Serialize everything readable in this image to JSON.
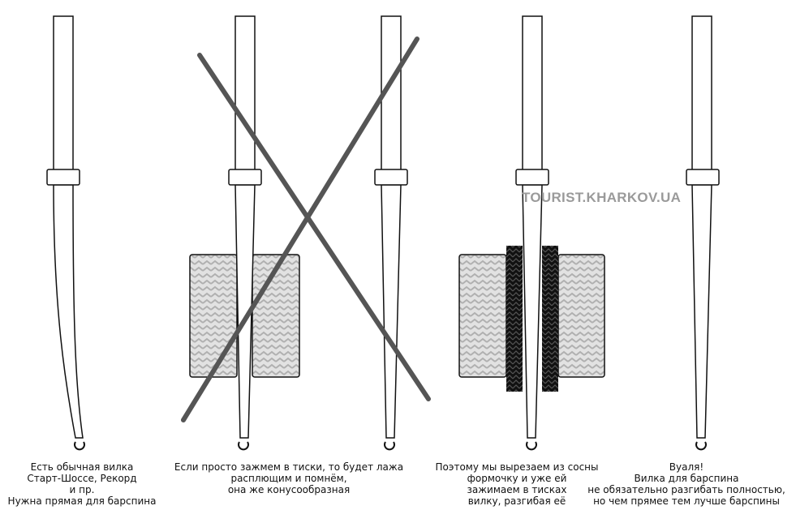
{
  "watermark": "TOURIST.KHARKOV.UA",
  "captions": [
    {
      "lines": [
        "Есть обычная вилка",
        "Старт-Шоссе, Рекорд",
        "и пр.",
        "Нужна прямая для барспина"
      ]
    },
    {
      "lines": [
        "Если просто зажмем в тиски, то будет лажа",
        "расплющим и помнём,",
        "она же конусообразная"
      ]
    },
    {
      "lines": [
        "Поэтому мы вырезаем из сосны",
        "формочку и уже ей",
        "зажимаем в тисках",
        "вилку, разгибая её"
      ]
    },
    {
      "lines": [
        "Вуаля!",
        "Вилка для барспина",
        "не обязательно разгибать полностью,",
        "но чем прямее тем лучше барспины"
      ]
    }
  ],
  "colors": {
    "cross": "#555555",
    "vise": "#c8c8c8",
    "pad": "#1a1a1a",
    "watermark": "#9a9a9a"
  }
}
